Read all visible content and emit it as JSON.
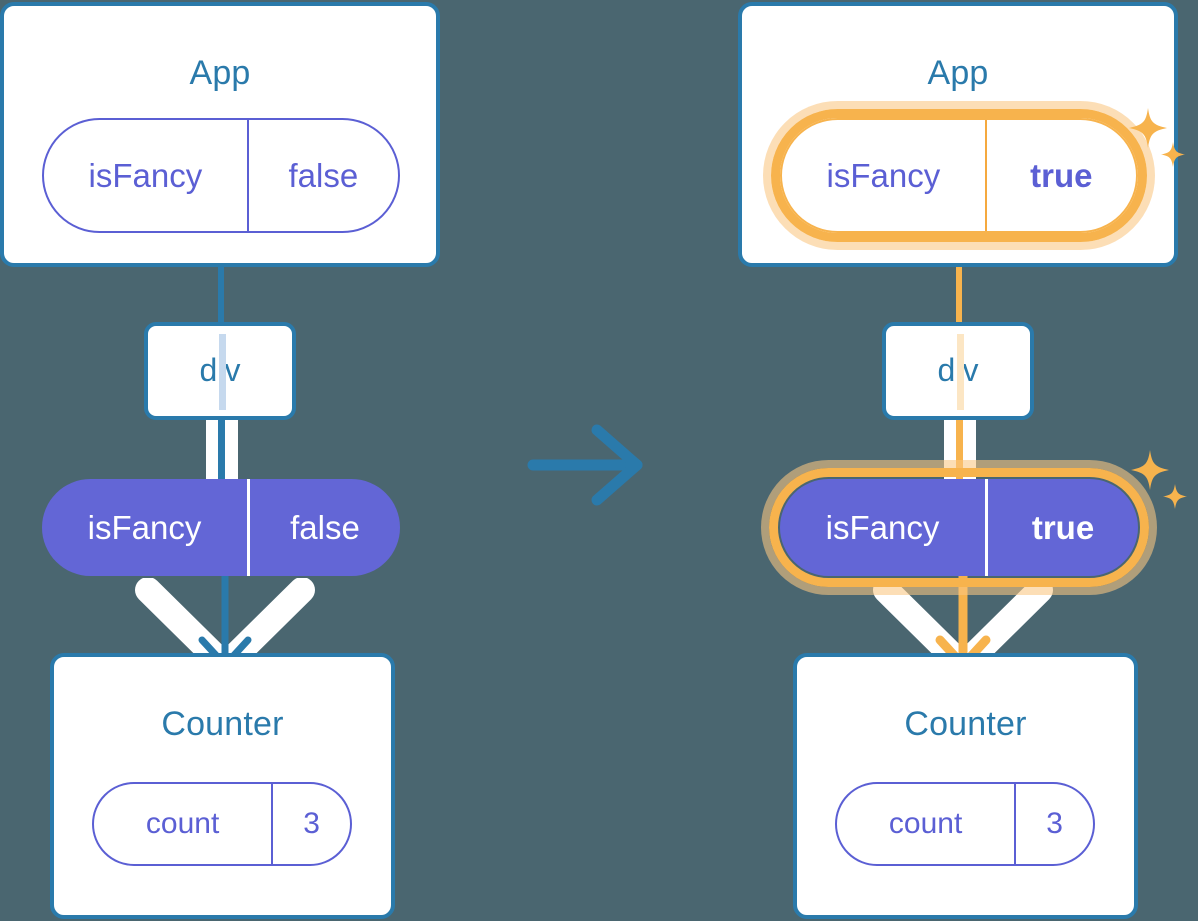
{
  "meta": {
    "background_color": "#4a6670",
    "accent_blue": "#2a7aab",
    "accent_purple": "#6366d6",
    "accent_amber": "#f7b34d",
    "amber_glow": "#fac781"
  },
  "transition_arrow": {
    "icon": "arrow-right-icon",
    "color": "#2a7aab"
  },
  "before": {
    "app": {
      "title": "App",
      "state_pill": {
        "key": "isFancy",
        "value": "false",
        "highlighted": false,
        "bold_value": false
      }
    },
    "div": {
      "label": "div"
    },
    "prop_pill": {
      "key": "isFancy",
      "value": "false",
      "highlighted": false,
      "bold_value": false
    },
    "counter": {
      "title": "Counter",
      "state_pill": {
        "key": "count",
        "value": "3",
        "highlighted": false,
        "bold_value": false
      }
    },
    "connector_color": "#2a7aab",
    "inner_line_color": "#c6d9ee",
    "sparkles": false
  },
  "after": {
    "app": {
      "title": "App",
      "state_pill": {
        "key": "isFancy",
        "value": "true",
        "highlighted": true,
        "bold_value": true
      }
    },
    "div": {
      "label": "div"
    },
    "prop_pill": {
      "key": "isFancy",
      "value": "true",
      "highlighted": true,
      "bold_value": true
    },
    "counter": {
      "title": "Counter",
      "state_pill": {
        "key": "count",
        "value": "3",
        "highlighted": false,
        "bold_value": false
      }
    },
    "connector_color": "#f7b34d",
    "inner_line_color": "#fce6c4",
    "sparkles": true,
    "sparkle_icon": "sparkle-icon"
  }
}
